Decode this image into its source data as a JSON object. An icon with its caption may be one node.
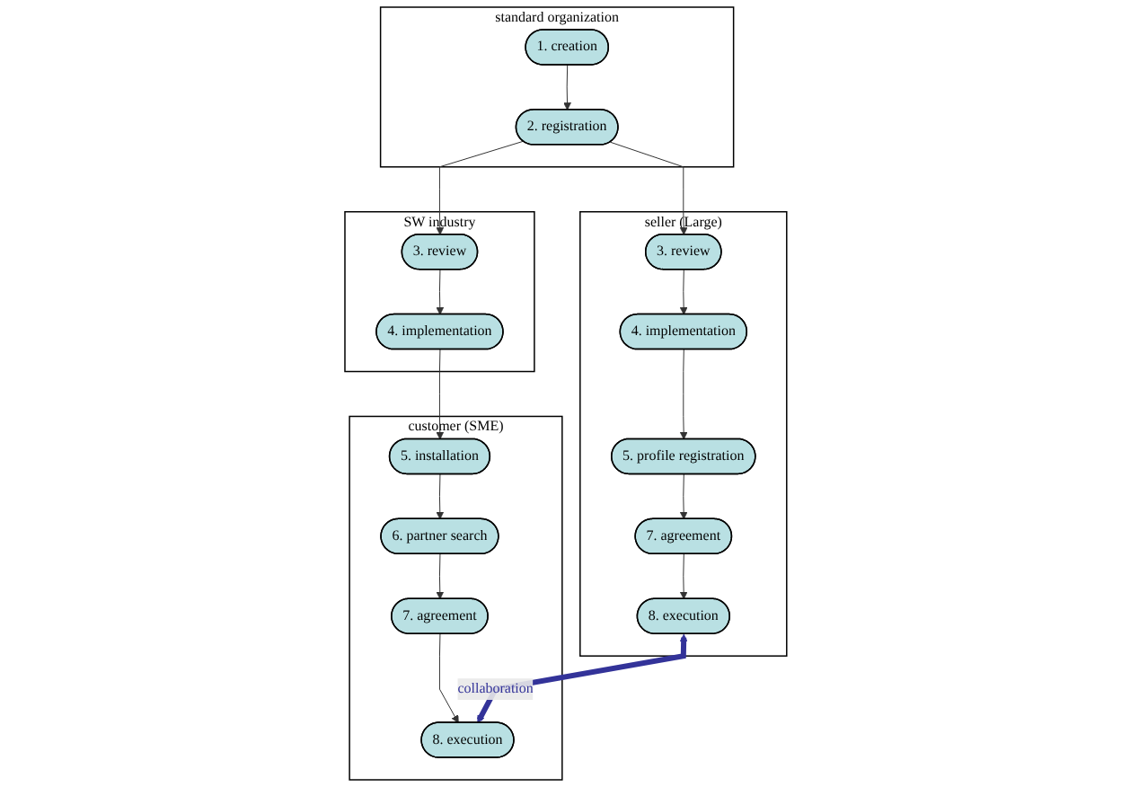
{
  "diagram": {
    "nodes": [
      {
        "text": [
          "standard organization"
        ]
      },
      {
        "text": [
          "1. creation"
        ],
        "in": 0
      },
      {
        "text": [
          "2. registration"
        ],
        "in": 0
      },
      {
        "text": [
          "seller (Large)"
        ]
      },
      {
        "text": [
          "3. review"
        ],
        "in": 3
      },
      {
        "text": [
          "4. implementation"
        ],
        "in": 3
      },
      {
        "text": [
          "5. profile registration"
        ],
        "in": 3
      },
      {
        "text": [
          "7. agreement"
        ],
        "in": 3
      },
      {
        "text": [
          "8. execution"
        ],
        "in": 3
      },
      {
        "text": [
          "customer (SME)"
        ]
      },
      {
        "text": [
          "5. installation"
        ],
        "in": 9
      },
      {
        "text": [
          "6. partner search"
        ],
        "in": 9
      },
      {
        "text": [
          "7. agreement"
        ],
        "in": 9
      },
      {
        "text": [
          "8. execution"
        ],
        "in": 9
      },
      {
        "text": [
          "SW industry"
        ]
      },
      {
        "text": [
          "3. review"
        ],
        "in": 14
      },
      {
        "text": [
          "4. implementation"
        ],
        "in": 14
      }
    ],
    "edges": [
      {
        "from": 1,
        "to": 2,
        "arrow": "to"
      },
      {
        "from": 2,
        "to": 4,
        "arrow": "to"
      },
      {
        "from": 2,
        "to": 15,
        "arrow": "to"
      },
      {
        "from": 15,
        "to": 16,
        "arrow": "to"
      },
      {
        "from": 16,
        "to": 10,
        "arrow": "to"
      },
      {
        "from": 4,
        "to": 5,
        "arrow": "to"
      },
      {
        "from": 5,
        "to": 6,
        "arrow": "to"
      },
      {
        "from": 6,
        "to": 7,
        "arrow": "to"
      },
      {
        "from": 7,
        "to": 8,
        "arrow": "to"
      },
      {
        "from": 10,
        "to": 11,
        "arrow": "to"
      },
      {
        "from": 11,
        "to": 12,
        "arrow": "to"
      },
      {
        "from": 12,
        "to": 13,
        "arrow": "to"
      },
      {
        "from": 8,
        "to": 13,
        "arrow": "both",
        "label": "collaboration",
        "style": "thick",
        "color": "#333399"
      }
    ]
  }
}
